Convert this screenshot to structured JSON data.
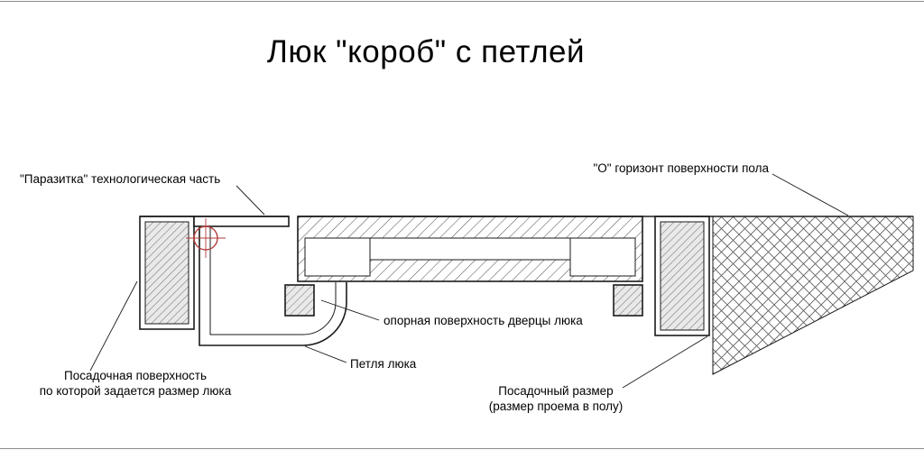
{
  "title": "Люк \"короб\" с петлей",
  "labels": {
    "parasitka": "\"Паразитка\" технологическая часть",
    "horizon": "\"О\" горизонт поверхности пола",
    "support_surface": "опорная поверхность дверцы люка",
    "hinge": "Петля люка",
    "seating_surface_line1": "Посадочная поверхность",
    "seating_surface_line2": "по которой задается размер люка",
    "seating_size_line1": "Посадочный размер",
    "seating_size_line2": "(размер проема в полу)"
  },
  "colors": {
    "drawing_line": "#1a1a1a",
    "hinge_axis": "#b23b3b"
  }
}
